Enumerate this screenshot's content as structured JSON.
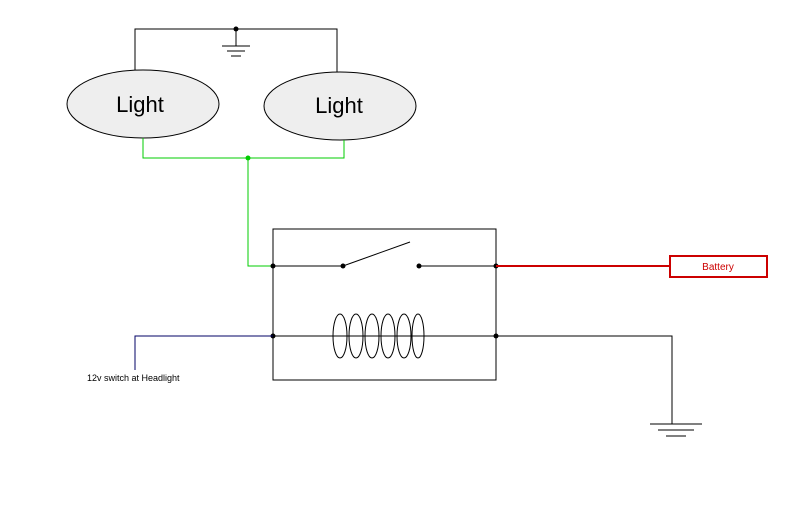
{
  "lamps": [
    {
      "label": "Light"
    },
    {
      "label": "Light"
    }
  ],
  "battery": {
    "label": "Battery"
  },
  "input": {
    "label": "12v switch at Headlight"
  },
  "colors": {
    "wire_black": "#000000",
    "wire_green": "#00cc00",
    "wire_red": "#cc0000",
    "wire_blue": "#000066",
    "lamp_fill": "#eeeeee"
  }
}
